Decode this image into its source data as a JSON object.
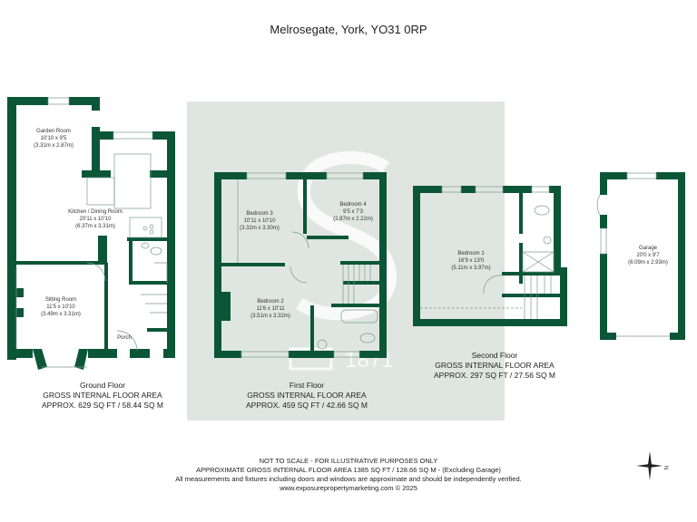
{
  "title": "Melrosegate, York, YO31 0RP",
  "colors": {
    "wall": "#0c5638",
    "watermark_panel": "#dfe6e2",
    "fixture_line": "#7a9a8a"
  },
  "watermark": {
    "text": "Est. 1871",
    "glyph": "S"
  },
  "floors": [
    {
      "name": "Ground Floor",
      "area_heading": "GROSS INTERNAL FLOOR AREA",
      "area": "APPROX. 629 SQ FT / 58.44 SQ M",
      "rooms": [
        {
          "name": "Garden Room",
          "imperial": "10'10 x 9'5",
          "metric": "(3.31m x 2.87m)"
        },
        {
          "name": "Kitchen / Dining Room",
          "imperial": "20'11 x 10'10",
          "metric": "(6.37m x 3.31m)"
        },
        {
          "name": "Sitting Room",
          "imperial": "11'5 x 10'10",
          "metric": "(3.49m x 3.31m)"
        },
        {
          "name": "Porch"
        }
      ]
    },
    {
      "name": "First Floor",
      "area_heading": "GROSS INTERNAL FLOOR AREA",
      "area": "APPROX. 459 SQ FT / 42.66 SQ M",
      "rooms": [
        {
          "name": "Bedroom 3",
          "imperial": "10'11 x 10'10",
          "metric": "(3.32m x 3.30m)"
        },
        {
          "name": "Bedroom 4",
          "imperial": "9'5 x 7'3",
          "metric": "(2.87m x 2.22m)"
        },
        {
          "name": "Bedroom 2",
          "imperial": "11'6 x 10'11",
          "metric": "(3.51m x 3.32m)"
        }
      ]
    },
    {
      "name": "Second Floor",
      "area_heading": "GROSS INTERNAL FLOOR AREA",
      "area": "APPROX. 297 SQ FT / 27.56 SQ M",
      "rooms": [
        {
          "name": "Bedroom 1",
          "imperial": "16'9 x 13'0",
          "metric": "(5.11m x 3.97m)"
        }
      ]
    },
    {
      "name": "Garage",
      "rooms": [
        {
          "name": "Garage",
          "imperial": "20'0 x 9'7",
          "metric": "(6.09m x 2.93m)"
        }
      ]
    }
  ],
  "footer": {
    "line1": "NOT TO SCALE - FOR ILLUSTRATIVE PURPOSES ONLY",
    "line2": "APPROXIMATE GROSS INTERNAL FLOOR AREA 1385 SQ FT / 128.66 SQ M - (Excluding Garage)",
    "line3": "All measurements and fixtures including doors and windows are approximate and should be independently verified.",
    "line4": "www.exposurepropertymarketing.com © 2025"
  },
  "compass": {
    "label": "N"
  }
}
